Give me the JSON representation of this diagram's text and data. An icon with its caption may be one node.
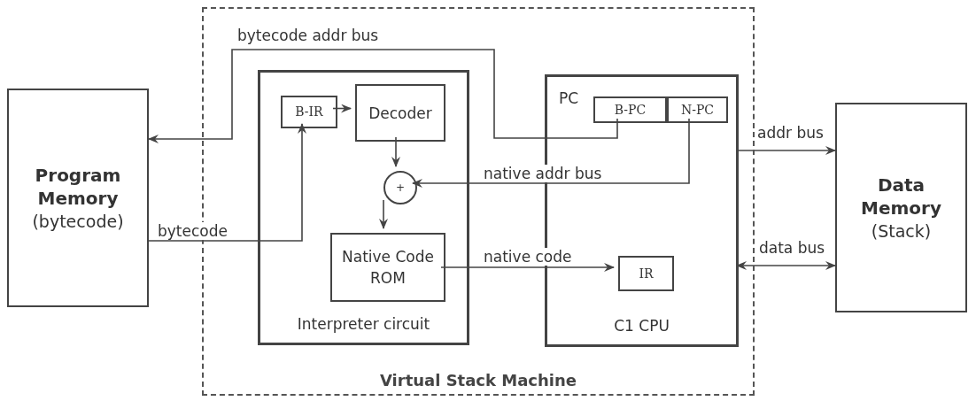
{
  "diagram": {
    "nodes": [
      {
        "text": [
          "Program Memory",
          "(bytecode)"
        ]
      },
      {
        "text": [
          "Virtual Stack Machine"
        ]
      },
      {
        "text": [
          "Interpreter circuit"
        ],
        "in": 1
      },
      {
        "text": [
          "B-IR"
        ],
        "in": 2
      },
      {
        "text": [
          "Decoder"
        ],
        "in": 2
      },
      {
        "text": [
          "+"
        ],
        "in": 2
      },
      {
        "text": [
          "Native Code ROM"
        ],
        "in": 2
      },
      {
        "text": [
          "C1 CPU"
        ],
        "in": 1
      },
      {
        "text": [
          "B-PC"
        ],
        "in": 7
      },
      {
        "text": [
          "N-PC"
        ],
        "in": 7
      },
      {
        "text": [
          "IR"
        ],
        "in": 7
      },
      {
        "text": [
          "Data Memory",
          "(Stack)"
        ]
      }
    ],
    "edges": [
      {
        "from": 8,
        "to": 0,
        "arrow": "to",
        "label": "bytecode addr bus"
      },
      {
        "from": 0,
        "to": 3,
        "arrow": "to",
        "label": "bytecode"
      },
      {
        "from": 3,
        "to": 4,
        "arrow": "to"
      },
      {
        "from": 4,
        "to": 5,
        "arrow": "to"
      },
      {
        "from": 9,
        "to": 5,
        "arrow": "to",
        "label": "native addr bus"
      },
      {
        "from": 5,
        "to": 6,
        "arrow": "to"
      },
      {
        "from": 6,
        "to": 10,
        "arrow": "to",
        "label": "native code"
      },
      {
        "from": 7,
        "to": 11,
        "arrow": "to",
        "label": "addr bus"
      },
      {
        "from": 7,
        "to": 11,
        "arrow": "both",
        "label": "data bus"
      }
    ],
    "labels": [
      "PC"
    ]
  }
}
